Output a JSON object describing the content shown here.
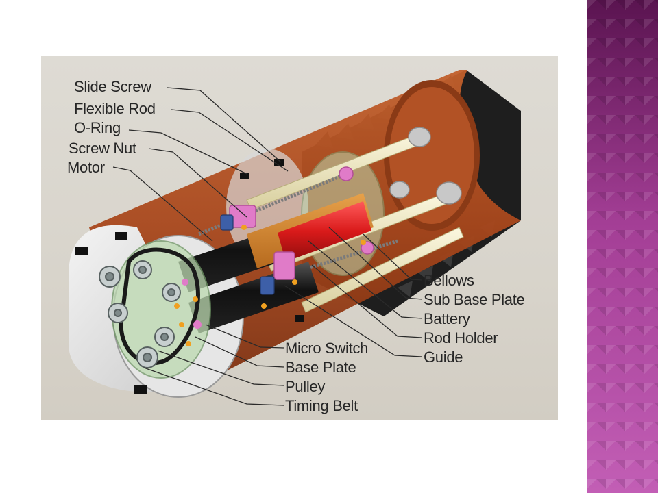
{
  "slide": {
    "side_band_color": "#a33e95"
  },
  "diagram": {
    "labels_left": [
      {
        "id": "slide-screw",
        "text": "Slide Screw"
      },
      {
        "id": "flexible-rod",
        "text": "Flexible Rod"
      },
      {
        "id": "o-ring",
        "text": "O-Ring"
      },
      {
        "id": "screw-nut",
        "text": "Screw Nut"
      },
      {
        "id": "motor",
        "text": "Motor"
      }
    ],
    "labels_right": [
      {
        "id": "bellows",
        "text": "Bellows"
      },
      {
        "id": "sub-base-plate",
        "text": "Sub Base Plate"
      },
      {
        "id": "battery",
        "text": "Battery"
      },
      {
        "id": "rod-holder",
        "text": "Rod Holder"
      },
      {
        "id": "guide",
        "text": "Guide"
      }
    ],
    "labels_bottom": [
      {
        "id": "micro-switch",
        "text": "Micro Switch"
      },
      {
        "id": "base-plate",
        "text": "Base Plate"
      },
      {
        "id": "pulley",
        "text": "Pulley"
      },
      {
        "id": "timing-belt",
        "text": "Timing Belt"
      }
    ],
    "colors": {
      "housing": "#a8471c",
      "bellows": "#222222",
      "rods": "#efe8c2",
      "battery": "#d91a1a",
      "nut": "#e07bc8",
      "plate": "#bcd9b0"
    }
  }
}
